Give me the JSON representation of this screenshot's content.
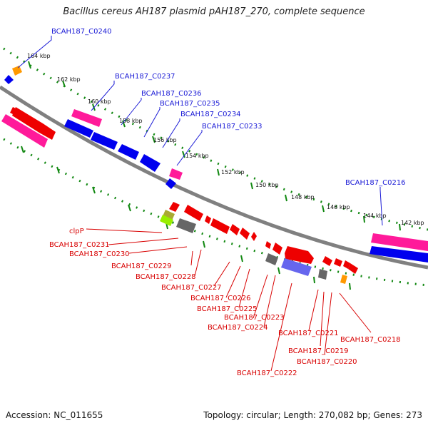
{
  "title": "Bacillus cereus AH187 plasmid pAH187_270, complete sequence",
  "accession": "Accession: NC_011655",
  "meta": "Topology: circular; Length: 270,082 bp; Genes: 273",
  "kbp_labels": [
    "164 kbp",
    "162 kbp",
    "160 kbp",
    "158 kbp",
    "156 kbp",
    "154 kbp",
    "152 kbp",
    "150 kbp",
    "148 kbp",
    "146 kbp",
    "144 kbp",
    "142 kbp"
  ],
  "blue_labels": [
    "BCAH187_C0240",
    "BCAH187_C0237",
    "BCAH187_C0236",
    "BCAH187_C0235",
    "BCAH187_C0234",
    "BCAH187_C0233",
    "BCAH187_C0216"
  ],
  "red_labels": [
    "clpP",
    "BCAH187_C0231",
    "BCAH187_C0230",
    "BCAH187_C0229",
    "BCAH187_C0228",
    "BCAH187_C0227",
    "BCAH187_C0226",
    "BCAH187_C0225",
    "BCAH187_C0223",
    "BCAH187_C0224",
    "BCAH187_C0221",
    "BCAH187_C0218",
    "BCAH187_C0219",
    "BCAH187_C0220",
    "BCAH187_C0222"
  ],
  "colors": {
    "forward_text": "#1a1ad6",
    "reverse_text": "#d80000",
    "backbone": "#808080",
    "tick": "#118811"
  }
}
